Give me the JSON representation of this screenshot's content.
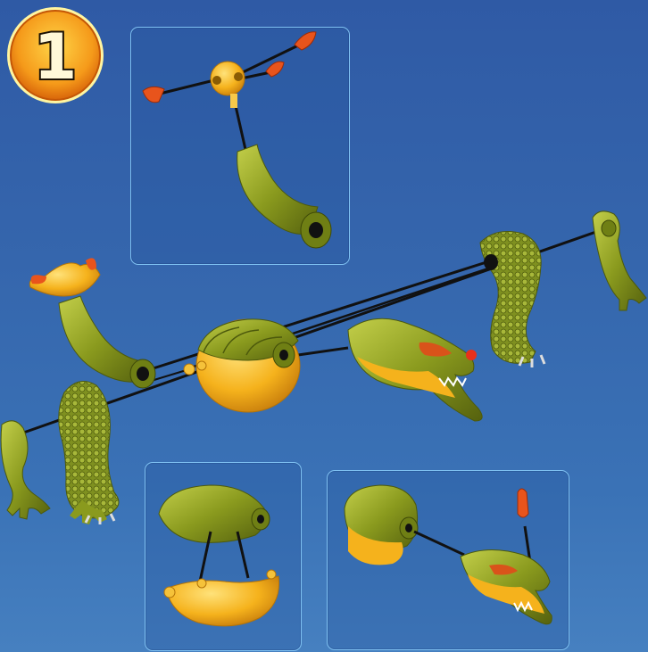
{
  "step": {
    "number": "1"
  },
  "colors": {
    "background": "#3566ad",
    "panel_border": "#7fc1f2",
    "part_green": "#8a9a1e",
    "part_yellow": "#f5b21c",
    "part_orange": "#e8541c",
    "badge_ring": "#f59a1a",
    "connector_line": "#111111"
  },
  "panels": [
    {
      "name": "arm-assembly-panel",
      "icon": "neck-with-crest-pieces"
    },
    {
      "name": "body-halves-panel",
      "icon": "body-shell-halves"
    },
    {
      "name": "head-assembly-panel",
      "icon": "head-with-crest"
    }
  ]
}
